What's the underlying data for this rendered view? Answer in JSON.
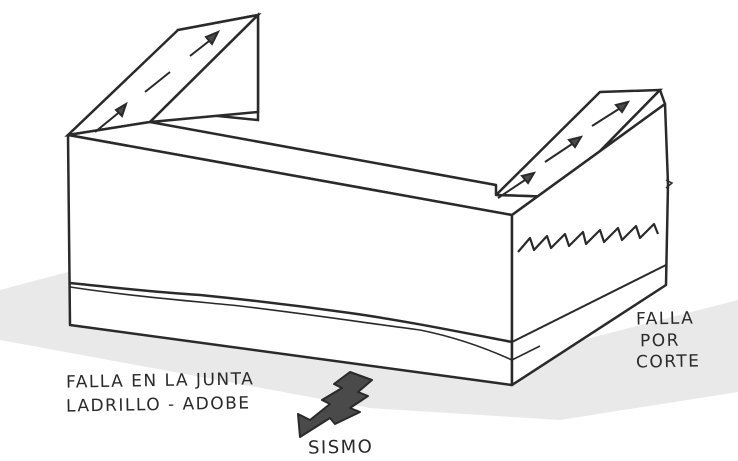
{
  "labels": {
    "joint_failure_line1": "FALLA EN LA JUNTA",
    "joint_failure_line2": "LADRILLO - ADOBE",
    "shear_failure_line1": "FALLA",
    "shear_failure_line2": "POR",
    "shear_failure_line3": "CORTE",
    "earthquake": "SISMO"
  },
  "colors": {
    "ink": "#2a2a2a",
    "ground_shadow": "#e9e9e9",
    "wall_fill": "#ffffff",
    "arrow_fill": "#4a4a4a"
  },
  "icons": {
    "motion_arrows": "dashed-arrow-icon",
    "seismic_arrow": "zigzag-arrow-icon"
  }
}
